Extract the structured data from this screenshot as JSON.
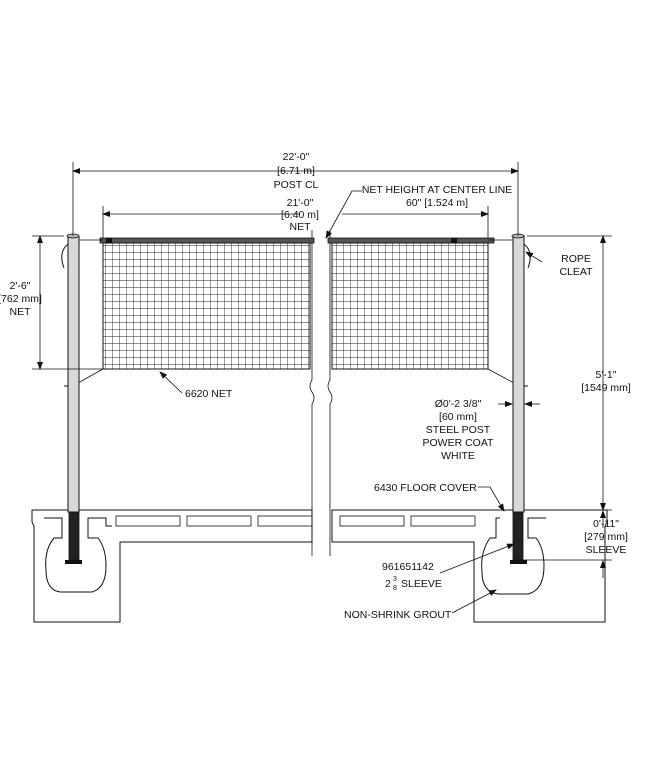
{
  "dimensions": {
    "post_cl": [
      "22'-0\"",
      "[6.71 m]",
      "POST CL"
    ],
    "net_width": [
      "21'-0\"",
      "[6.40 m]",
      "NET"
    ],
    "net_height_center": [
      "NET HEIGHT AT CENTER LINE",
      "60\" [1.524 m]"
    ],
    "net_depth": [
      "2'-6\"",
      "[762 mm]",
      "NET"
    ],
    "post_height": [
      "5'-1\"",
      "[1549 mm]"
    ],
    "sleeve_depth": [
      "0'-11\"",
      "[279 mm]",
      "SLEEVE"
    ]
  },
  "callouts": {
    "rope_cleat": [
      "ROPE",
      "CLEAT"
    ],
    "net": "6620 NET",
    "post": [
      "Ø0'-2 3/8\"",
      "[60 mm]",
      "STEEL POST",
      "POWER COAT",
      "WHITE"
    ],
    "floor_cover": "6430 FLOOR COVER",
    "sleeve_part": "961651142",
    "sleeve_size_whole": "2",
    "sleeve_size_num": "3",
    "sleeve_size_den": "8",
    "sleeve_word": "SLEEVE",
    "grout": "NON-SHRINK GROUT"
  }
}
